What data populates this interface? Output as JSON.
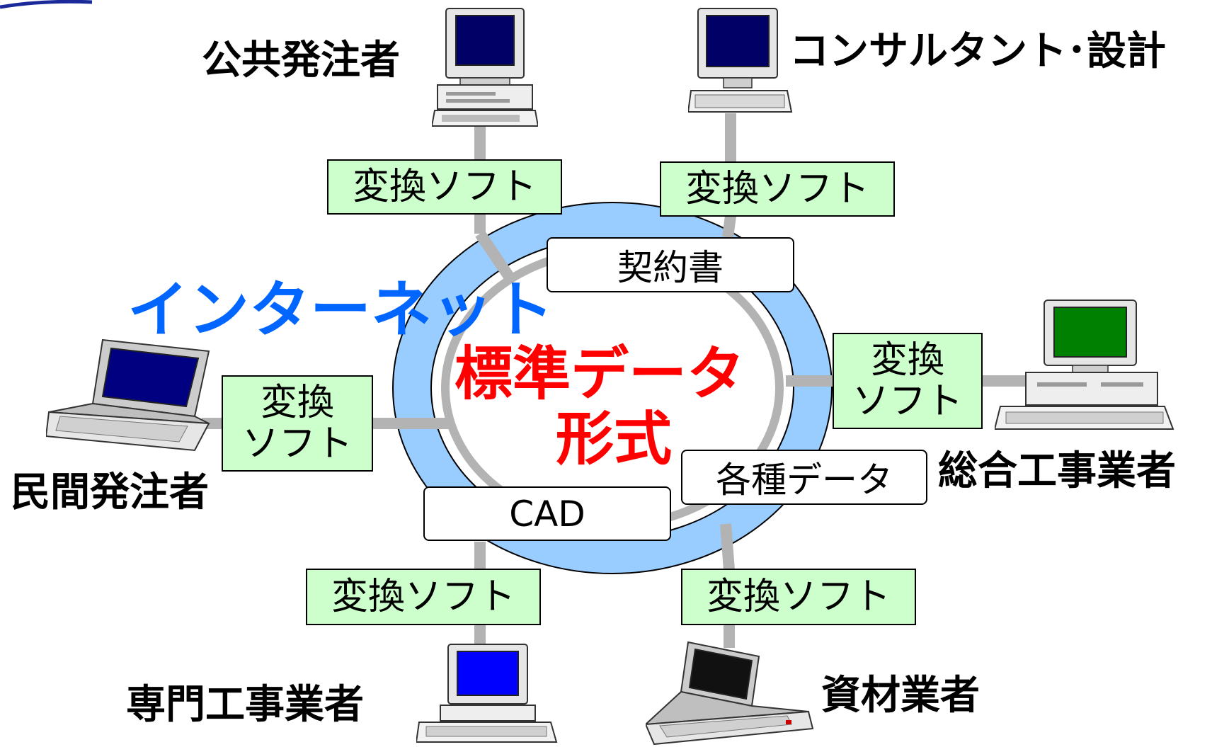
{
  "diagram": {
    "center": {
      "line1": "標準データ",
      "line2": "形式"
    },
    "network_label": "インターネット",
    "data_tags": {
      "contract": "契約書",
      "various": "各種データ",
      "cad": "CAD"
    },
    "converter": {
      "single": "変換ソフト",
      "line1": "変換",
      "line2": "ソフト"
    },
    "participants": {
      "public_orderer": "公共発注者",
      "consultant": "コンサルタント･設計",
      "private_orderer": "民間発注者",
      "general_contractor": "総合工事業者",
      "specialty_contractor": "専門工事業者",
      "material_supplier": "資材業者"
    },
    "colors": {
      "ring": "#99ccff",
      "network_label": "#0066ff",
      "center_text": "#ff0000",
      "converter_fill": "#ccffcc",
      "connector": "#b3b3b3"
    }
  }
}
